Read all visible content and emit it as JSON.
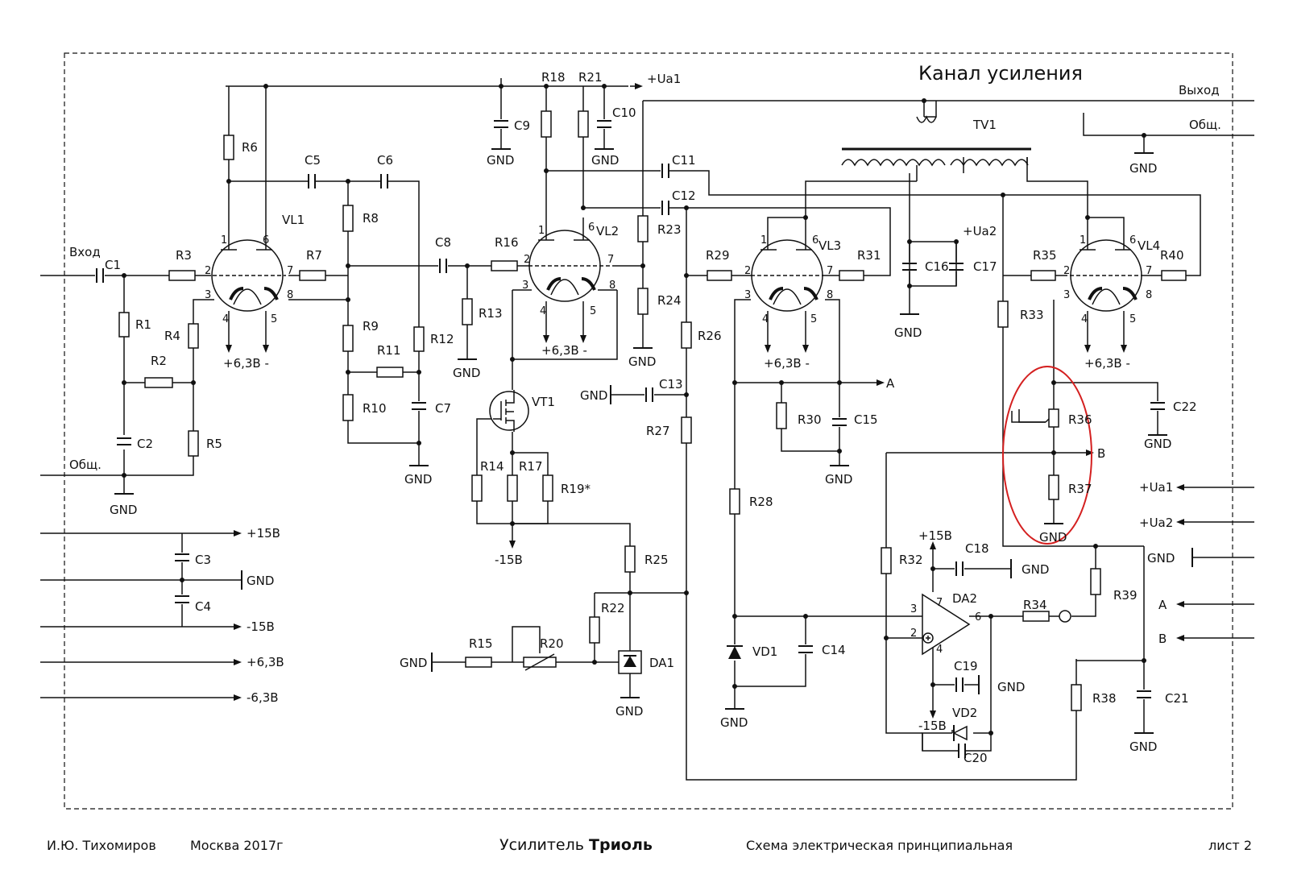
{
  "title": "Канал усиления",
  "labels": {
    "vhod": "Вход",
    "obsh_in": "Общ.",
    "vyhod": "Выход",
    "obsh_out": "Общ.",
    "ua1_top": "+Ua1",
    "ua2": "+Ua2",
    "minus15_vt1": "-15В",
    "plus15_da2": "+15В",
    "minus15_da2": "-15В",
    "fil1": "+6,3В -",
    "fil2": "+6,3В -",
    "fil3": "+6,3В -",
    "fil4": "+6,3В -",
    "A_out": "A",
    "B_out": "B"
  },
  "components": {
    "C1": "C1",
    "C2": "C2",
    "C3": "C3",
    "C4": "C4",
    "C5": "C5",
    "C6": "C6",
    "C7": "C7",
    "C8": "C8",
    "C9": "C9",
    "C10": "C10",
    "C11": "C11",
    "C12": "C12",
    "C13": "C13",
    "C14": "C14",
    "C15": "C15",
    "C16": "C16",
    "C17": "C17",
    "C18": "C18",
    "C19": "C19",
    "C20": "C20",
    "C21": "C21",
    "C22": "C22",
    "R1": "R1",
    "R2": "R2",
    "R3": "R3",
    "R4": "R4",
    "R5": "R5",
    "R6": "R6",
    "R7": "R7",
    "R8": "R8",
    "R9": "R9",
    "R10": "R10",
    "R11": "R11",
    "R12": "R12",
    "R13": "R13",
    "R14": "R14",
    "R15": "R15",
    "R16": "R16",
    "R17": "R17",
    "R18": "R18",
    "R19": "R19*",
    "R20": "R20",
    "R21": "R21",
    "R22": "R22",
    "R23": "R23",
    "R24": "R24",
    "R25": "R25",
    "R26": "R26",
    "R27": "R27",
    "R28": "R28",
    "R29": "R29",
    "R30": "R30",
    "R31": "R31",
    "R32": "R32",
    "R33": "R33",
    "R34": "R34",
    "R35": "R35",
    "R36": "R36",
    "R37": "R37",
    "R38": "R38",
    "R39": "R39",
    "R40": "R40",
    "VL1": "VL1",
    "VL2": "VL2",
    "VL3": "VL3",
    "VL4": "VL4",
    "VT1": "VT1",
    "VD1": "VD1",
    "VD2": "VD2",
    "DA1": "DA1",
    "DA2": "DA2",
    "TV1": "TV1"
  },
  "gnd": "GND",
  "power_rails": [
    "+15В",
    "GND",
    "-15В",
    "+6,3В",
    "-6,3В"
  ],
  "right_connector": [
    "+Ua1",
    "+Ua2",
    "GND",
    "A",
    "B"
  ],
  "footer": {
    "author": "И.Ю. Тихомиров",
    "city_year": "Москва 2017г",
    "amp_prefix": "Усилитель ",
    "amp_name": "Триоль",
    "doc_type": "Схема электрическая принципиальная",
    "sheet": "лист 2"
  },
  "colors": {
    "highlight": "#d42020",
    "ink": "#111111"
  }
}
